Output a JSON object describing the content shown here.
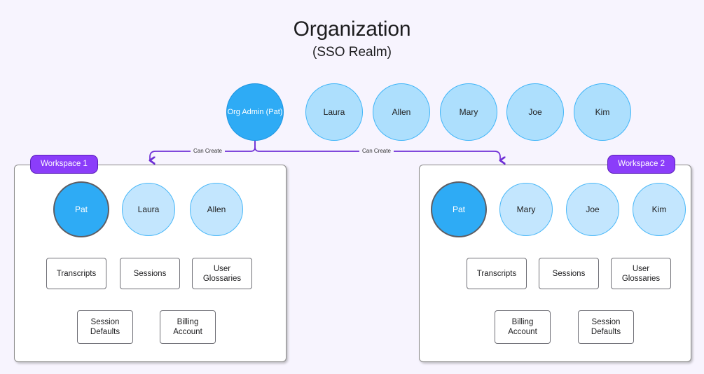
{
  "title": {
    "main": "Organization",
    "sub": "(SSO Realm)"
  },
  "colors": {
    "page_background": "#f7f4fe",
    "admin_circle": "#2eabf5",
    "member_circle_top": "#addffd",
    "member_circle_workspace": "#c3e6fe",
    "connector": "#6f2fd6",
    "workspace_badge": "#8b3dfa",
    "box_border": "#6f6f76"
  },
  "org_members": [
    {
      "label": "Org Admin\n(Pat)",
      "role": "admin"
    },
    {
      "label": "Laura",
      "role": "member"
    },
    {
      "label": "Allen",
      "role": "member"
    },
    {
      "label": "Mary",
      "role": "member"
    },
    {
      "label": "Joe",
      "role": "member"
    },
    {
      "label": "Kim",
      "role": "member"
    }
  ],
  "connectors": {
    "left_label": "Can Create",
    "right_label": "Can Create"
  },
  "workspaces": [
    {
      "badge": "Workspace 1",
      "members": [
        {
          "label": "Pat",
          "role": "admin"
        },
        {
          "label": "Laura",
          "role": "member"
        },
        {
          "label": "Allen",
          "role": "member"
        }
      ],
      "features_row1": [
        "Transcripts",
        "Sessions",
        "User\nGlossaries"
      ],
      "features_row2": [
        "Session\nDefaults",
        "Billing\nAccount"
      ]
    },
    {
      "badge": "Workspace 2",
      "members": [
        {
          "label": "Pat",
          "role": "admin"
        },
        {
          "label": "Mary",
          "role": "member"
        },
        {
          "label": "Joe",
          "role": "member"
        },
        {
          "label": "Kim",
          "role": "member"
        }
      ],
      "features_row1": [
        "Transcripts",
        "Sessions",
        "User\nGlossaries"
      ],
      "features_row2": [
        "Billing\nAccount",
        "Session\nDefaults"
      ]
    }
  ]
}
